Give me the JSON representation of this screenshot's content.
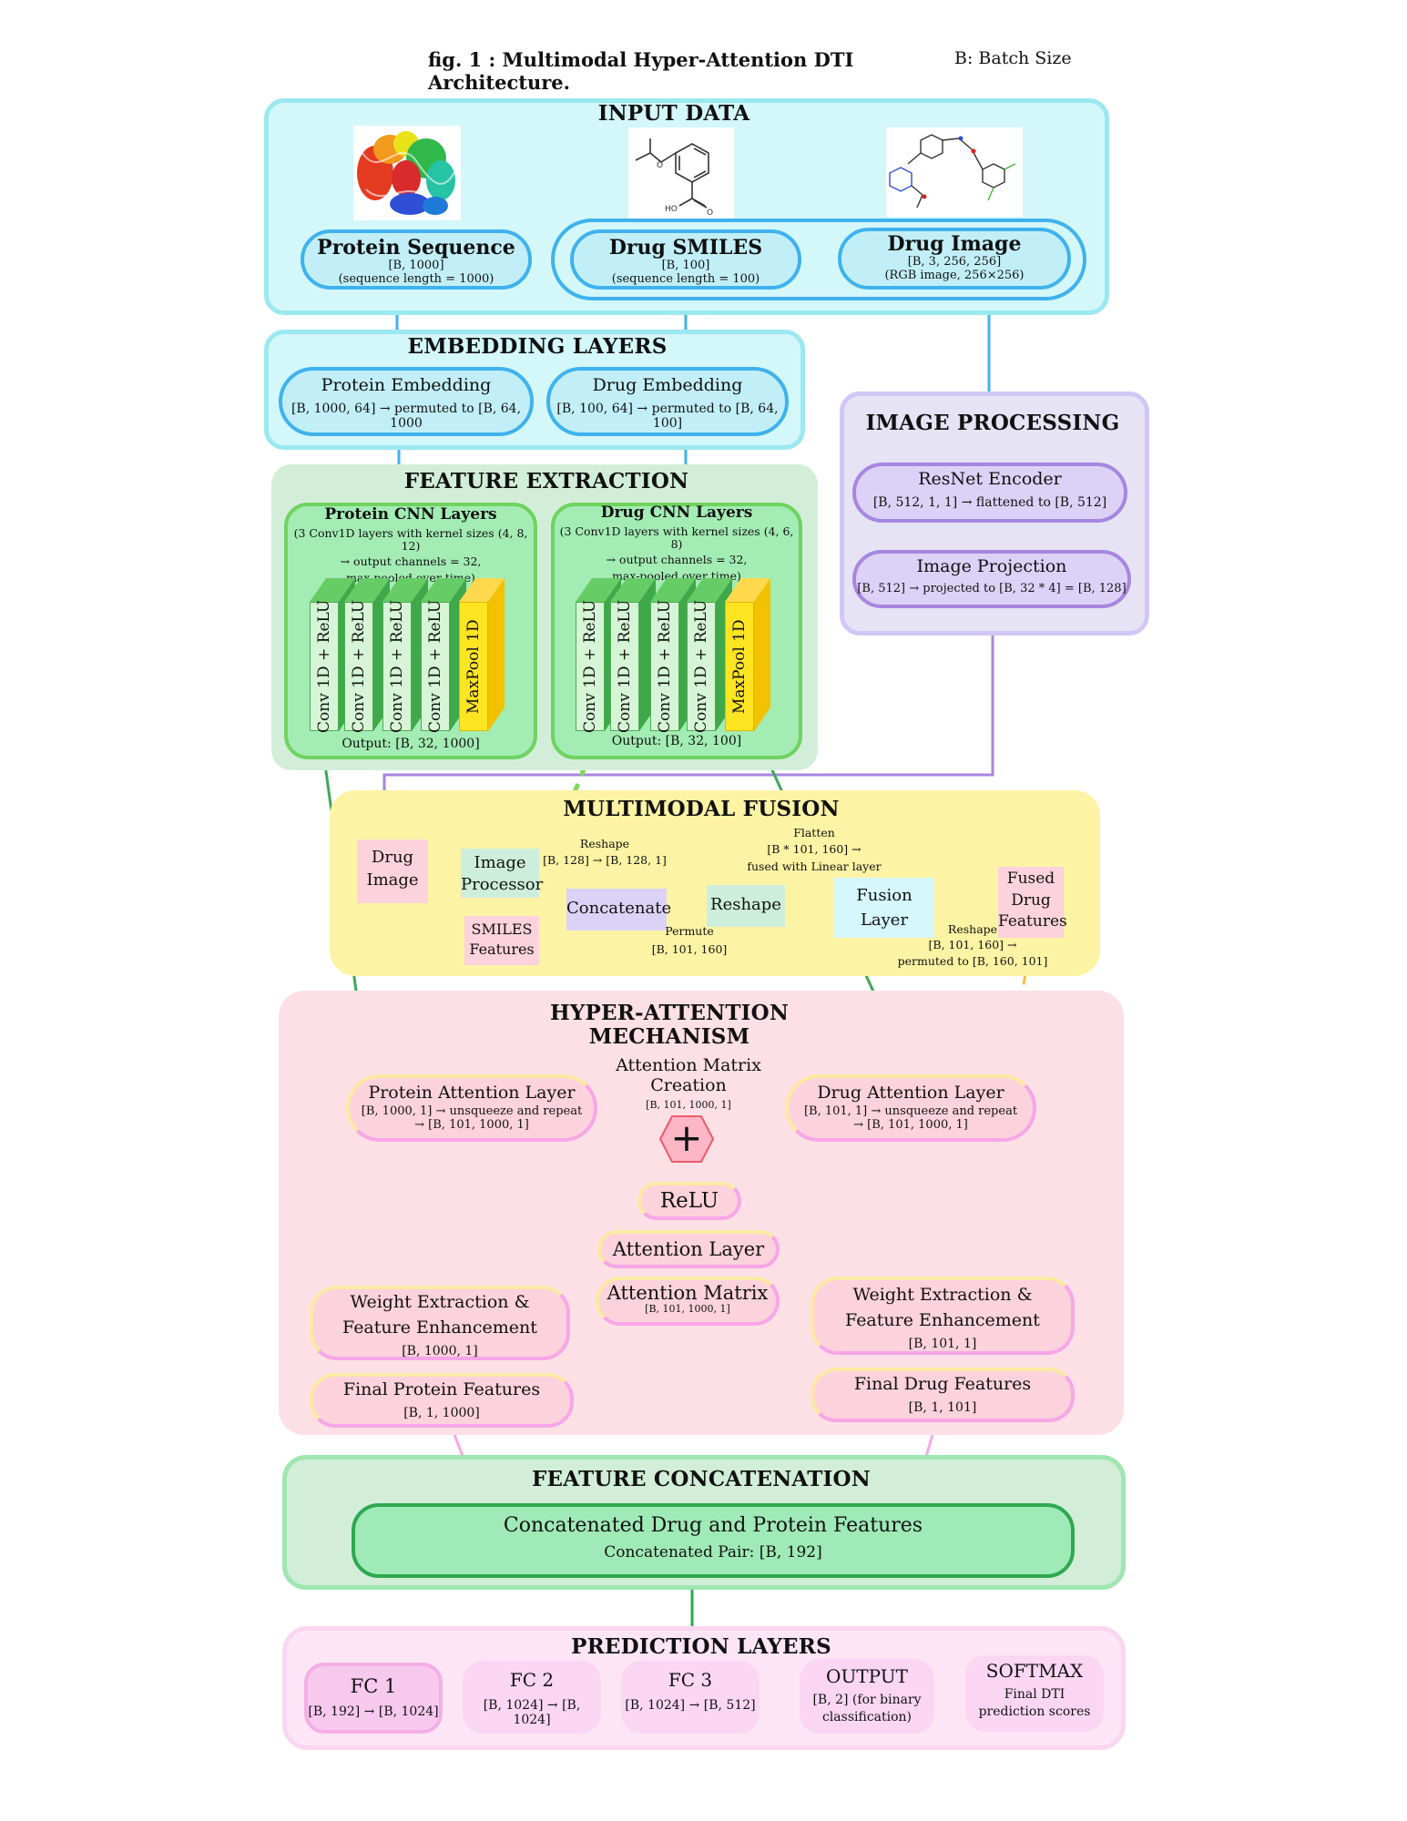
{
  "figure": {
    "title": "fig. 1 : Multimodal Hyper-Attention DTI Architecture.",
    "note": "B: Batch Size"
  },
  "input": {
    "title": "INPUT DATA",
    "protein": {
      "name": "Protein Sequence",
      "shape": "[B, 1000]",
      "detail": "(sequence length = 1000)"
    },
    "smiles": {
      "name": "Drug SMILES",
      "shape": "[B, 100]",
      "detail": "(sequence length = 100)"
    },
    "image": {
      "name": "Drug Image",
      "shape": "[B, 3, 256, 256]",
      "detail": "(RGB image, 256×256)"
    },
    "molecule_labels": {
      "ho": "HO",
      "o": "O"
    }
  },
  "embedding": {
    "title": "EMBEDDING LAYERS",
    "protein": {
      "name": "Protein Embedding",
      "shape": "[B, 1000, 64] → permuted to [B, 64, 1000"
    },
    "drug": {
      "name": "Drug Embedding",
      "shape": "[B, 100, 64] → permuted to [B, 64, 100]"
    }
  },
  "image_processing": {
    "title": "IMAGE PROCESSING",
    "encoder": {
      "name": "ResNet  Encoder",
      "shape": "[B, 512, 1, 1] → flattened to [B, 512]"
    },
    "projection": {
      "name": "Image Projection",
      "shape": "[B, 512] → projected to [B, 32 * 4] = [B, 128]"
    }
  },
  "feature_extraction": {
    "title": "FEATURE EXTRACTION",
    "protein": {
      "name": "Protein CNN Layers",
      "line1": "(3 Conv1D layers with kernel sizes (4, 8, 12)",
      "line2": "→ output channels = 32,",
      "line3": "max-pooled over time)",
      "layers": [
        "Conv 1D + ReLU",
        "Conv 1D + ReLU",
        "Conv 1D + ReLU",
        "Conv 1D + ReLU",
        "MaxPool 1D"
      ],
      "output": "Output: [B, 32, 1000]"
    },
    "drug": {
      "name": "Drug CNN Layers",
      "line1": "(3 Conv1D layers with kernel sizes (4, 6, 8)",
      "line2": "→ output channels = 32,",
      "line3": "max-pooled over time)",
      "layers": [
        "Conv 1D + ReLU",
        "Conv 1D + ReLU",
        "Conv 1D + ReLU",
        "Conv 1D + ReLU",
        "MaxPool 1D"
      ],
      "output": "Output: [B, 32, 100]"
    }
  },
  "fusion": {
    "title": "MULTIMODAL FUSION",
    "drug_image": [
      "Drug",
      "Image"
    ],
    "image_processor": [
      "Image",
      "Processor"
    ],
    "smiles_features": [
      "SMILES",
      "Features"
    ],
    "concatenate": "Concatenate",
    "reshape": "Reshape",
    "fusion_layer": [
      "Fusion",
      "Layer"
    ],
    "fused": [
      "Fused",
      "Drug",
      "Features"
    ],
    "reshape_note": [
      "Reshape",
      "[B, 128] → [B, 128, 1]"
    ],
    "flatten_note": [
      "Flatten",
      "[B * 101, 160] →",
      "fused with Linear layer"
    ],
    "permute_note": [
      "Permute",
      "[B, 101, 160]"
    ],
    "reshape2_note": [
      "Reshape",
      "[B, 101, 160] →",
      "permuted to [B, 160, 101]"
    ]
  },
  "hyper": {
    "title": "HYPER-ATTENTION MECHANISM",
    "protein_att": {
      "name": "Protein Attention Layer",
      "l1": "[B, 1000, 1] → unsqueeze and repeat",
      "l2": "→ [B, 101, 1000, 1]"
    },
    "drug_att": {
      "name": "Drug Attention Layer",
      "l1": "[B, 101, 1] → unsqueeze and repeat",
      "l2": "→ [B, 101, 1000, 1]"
    },
    "matrix_creation": {
      "l1": "Attention Matrix",
      "l2": "Creation",
      "shape": "[B, 101, 1000, 1]"
    },
    "plus": "+",
    "relu": "ReLU",
    "attention_layer": "Attention Layer",
    "attention_matrix": {
      "name": "Attention Matrix",
      "shape": "[B, 101, 1000, 1]"
    },
    "weight_protein": {
      "l1": "Weight Extraction &",
      "l2": "Feature Enhancement",
      "shape": "[B, 1000, 1]"
    },
    "weight_drug": {
      "l1": "Weight Extraction &",
      "l2": "Feature Enhancement",
      "shape": "[B, 101, 1]"
    },
    "final_protein": {
      "name": "Final Protein Features",
      "shape": "[B, 1, 1000]"
    },
    "final_drug": {
      "name": "Final Drug Features",
      "shape": "[B, 1, 101]"
    }
  },
  "concat": {
    "title": "FEATURE CONCATENATION",
    "name": "Concatenated Drug and Protein Features",
    "shape": "Concatenated Pair: [B, 192]"
  },
  "prediction": {
    "title": "PREDICTION LAYERS",
    "fc1": {
      "name": "FC 1",
      "shape": "[B, 192] → [B, 1024]"
    },
    "fc2": {
      "name": "FC 2",
      "shape": "[B, 1024] → [B, 1024]"
    },
    "fc3": {
      "name": "FC 3",
      "shape": "[B, 1024] → [B, 512]"
    },
    "output": {
      "name": "OUTPUT",
      "l1": "[B, 2] (for binary",
      "l2": "classification)"
    },
    "softmax": {
      "name": "SOFTMAX",
      "l1": "Final DTI",
      "l2": "prediction scores"
    }
  },
  "colors": {
    "cyan_panel": "#d4f7fa",
    "cyan_border": "#9be8f0",
    "blue_node": "#c2eff7",
    "blue_border": "#3fb2ee",
    "green_panel": "#d2eed9",
    "green_node": "#a3ecb4",
    "green_border": "#6fd35f",
    "lavender_panel": "#e6e3f4",
    "lavender_node": "#dcd2f7",
    "purple_border": "#a786e0",
    "yellow_panel": "#fdf3a4",
    "pink_panel": "#fde0e5",
    "pink_node": "#fcd2dc",
    "pink_border": "#f7a6e8",
    "yellow_border": "#fbe9a4",
    "green_line": "#3fa85a",
    "concat_node": "#9feab7",
    "concat_border": "#2fa84f",
    "pred_panel": "#fde5f6",
    "pred_node": "#f7c9ef",
    "pred_node_light": "#fad6f3"
  }
}
